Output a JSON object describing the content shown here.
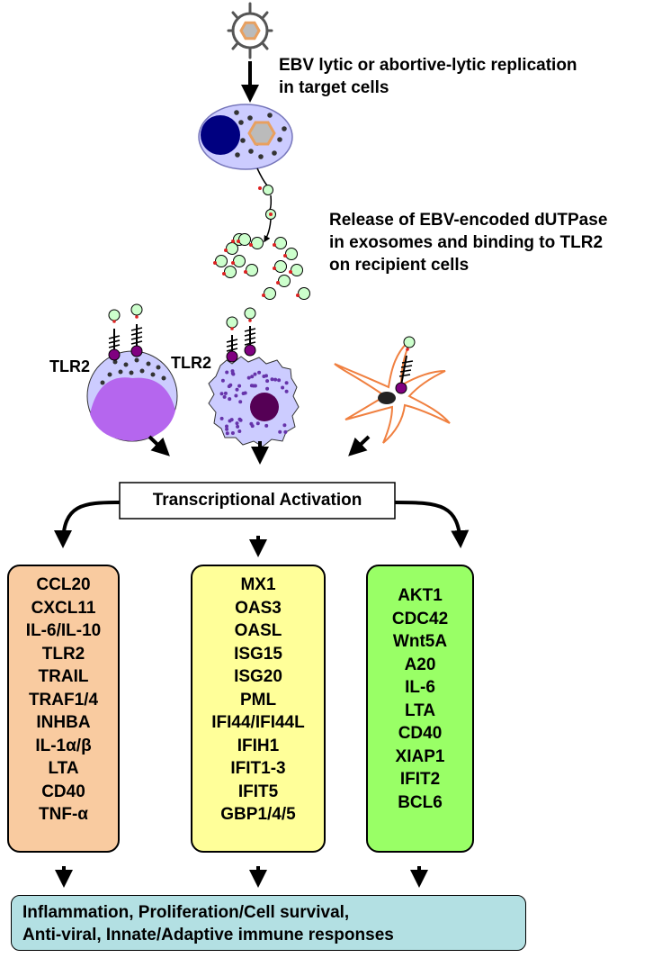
{
  "captions": {
    "replication": [
      "EBV lytic or abortive-lytic replication",
      "in target cells"
    ],
    "release": [
      "Release of EBV-encoded dUTPase",
      "in exosomes and binding to TLR2",
      "on recipient cells"
    ]
  },
  "receptor_labels": [
    "TLR2",
    "TLR2"
  ],
  "activation": "Transcriptional Activation",
  "columns": [
    {
      "color": "#f9cba0",
      "genes": [
        "CCL20",
        "CXCL11",
        "IL-6/IL-10",
        "TLR2",
        "TRAIL",
        "TRAF1/4",
        "INHBA",
        "IL-1α/β",
        "LTA",
        "CD40",
        "TNF-α"
      ]
    },
    {
      "color": "#ffff99",
      "genes": [
        "MX1",
        "OAS3",
        "OASL",
        "ISG15",
        "ISG20",
        "PML",
        "IFI44/IFI44L",
        "IFIH1",
        "IFIT1-3",
        "IFIT5",
        "GBP1/4/5"
      ]
    },
    {
      "color": "#99ff66",
      "genes": [
        "AKT1",
        "CDC42",
        "Wnt5A",
        "A20",
        "IL-6",
        "LTA",
        "CD40",
        "XIAP1",
        "IFIT2",
        "BCL6"
      ]
    }
  ],
  "outcome": [
    "Inflammation, Proliferation/Cell survival,",
    "Anti-viral, Innate/Adaptive immune responses"
  ],
  "colors": {
    "cell_cytoplasm": "#ccccff",
    "nucleus_dark": "#000080",
    "granule_purple": "#9933cc",
    "receptor_purple": "#800080",
    "dendritic_outline": "#f08040",
    "exosome_fill": "#ccffcc",
    "virus_outline": "#e8a060",
    "outcome_box": "#b3e0e3"
  }
}
